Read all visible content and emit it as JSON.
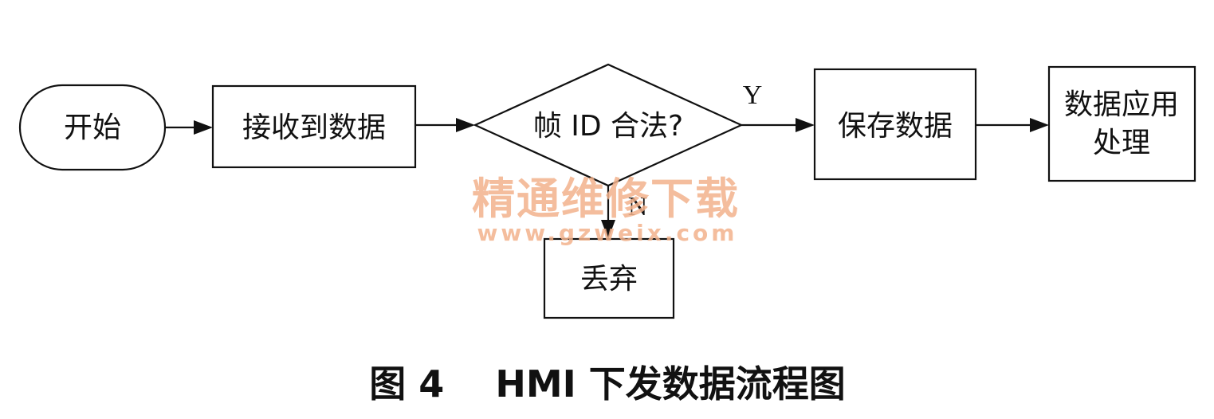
{
  "nodes": {
    "start": "开始",
    "receive": "接收到数据",
    "decision": "帧 ID 合法?",
    "save": "保存数据",
    "process_line1": "数据应用",
    "process_line2": "处理",
    "discard": "丢弃"
  },
  "edges": {
    "yes_label": "Y",
    "no_label": "N"
  },
  "watermark": {
    "main": "精通维修下载",
    "url": "www.gzweix.com"
  },
  "caption": "图 4    HMI 下发数据流程图"
}
